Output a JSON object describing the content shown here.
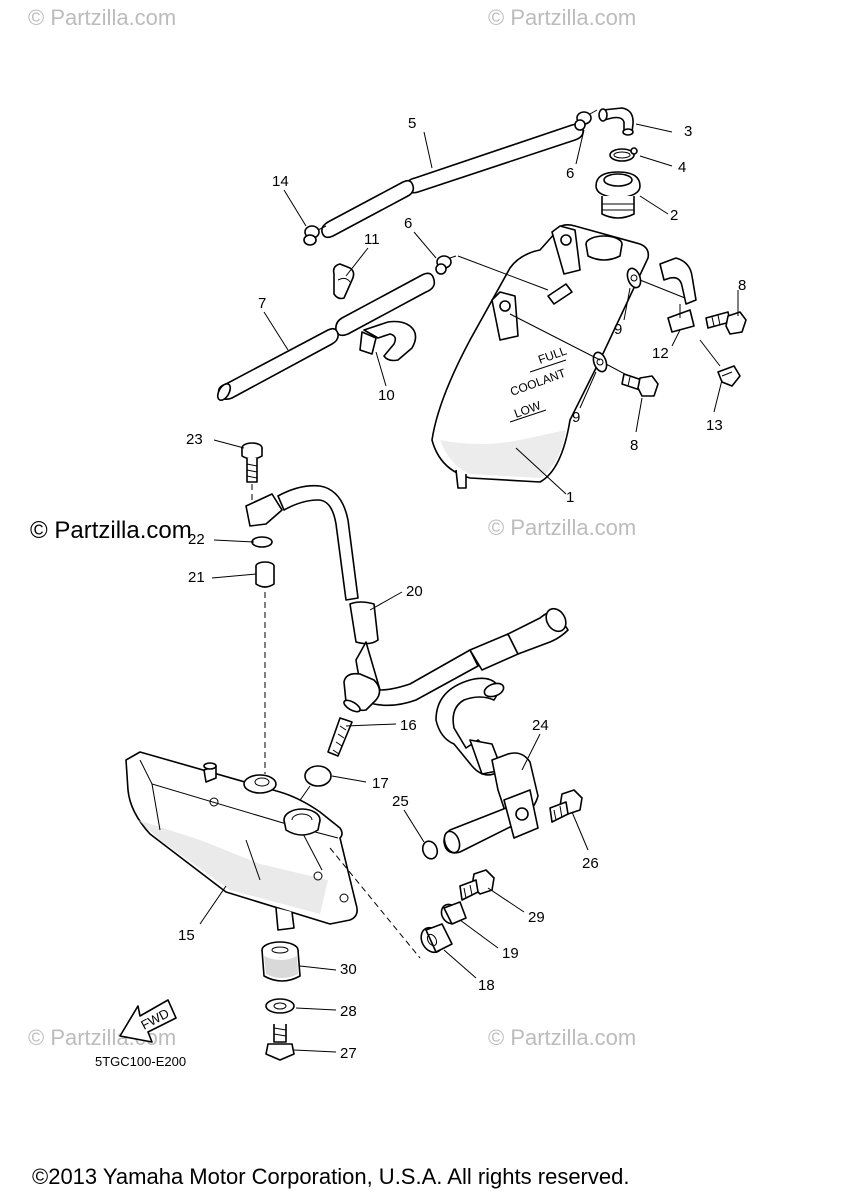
{
  "watermarks": {
    "top_left": "© Partzilla.com",
    "top_right": "© Partzilla.com",
    "mid_left": "© Partzilla.com",
    "mid_right": "© Partzilla.com",
    "bottom_left": "© Partzilla.com",
    "bottom_right": "© Partzilla.com"
  },
  "tank_labels": {
    "full": "FULL",
    "coolant": "COOLANT",
    "low": "LOW"
  },
  "fwd_label": "FWD",
  "diagram_code": "5TGC100-E200",
  "copyright": "©2013 Yamaha Motor Corporation, U.S.A. All rights reserved.",
  "callouts": {
    "c1": "1",
    "c2": "2",
    "c3": "3",
    "c4": "4",
    "c5": "5",
    "c6a": "6",
    "c6b": "6",
    "c7": "7",
    "c8a": "8",
    "c8b": "8",
    "c9a": "9",
    "c9b": "9",
    "c10": "10",
    "c11": "11",
    "c12": "12",
    "c13": "13",
    "c14": "14",
    "c15": "15",
    "c16": "16",
    "c17": "17",
    "c18": "18",
    "c19": "19",
    "c20": "20",
    "c21": "21",
    "c22": "22",
    "c23": "23",
    "c24": "24",
    "c25": "25",
    "c26": "26",
    "c27": "27",
    "c28": "28",
    "c29": "29",
    "c30": "30"
  }
}
